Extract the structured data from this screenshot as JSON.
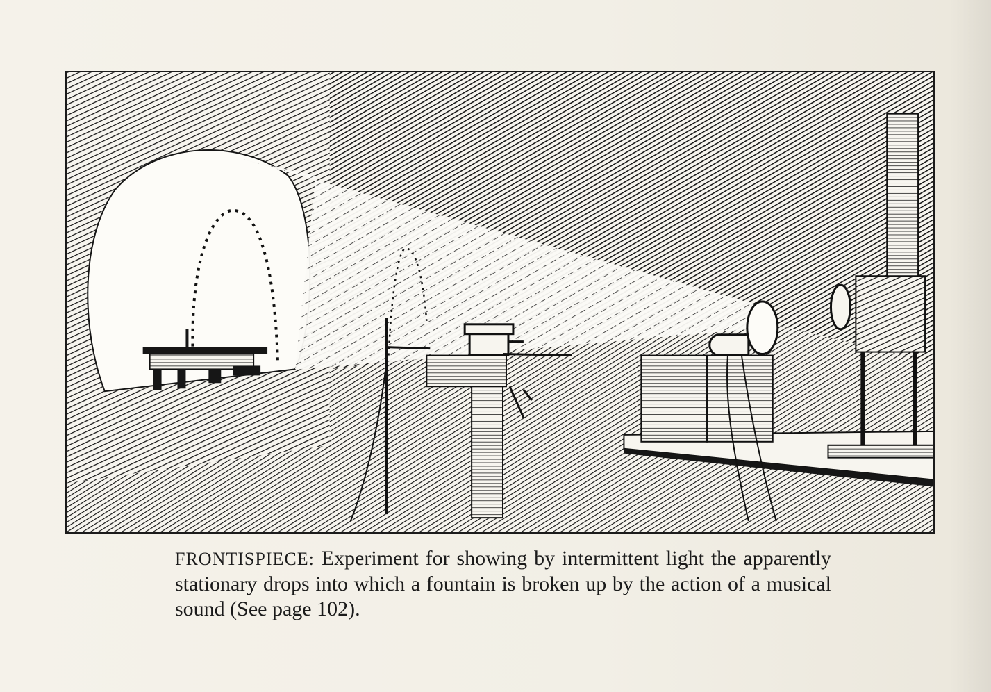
{
  "caption": {
    "label": "FRONTISPIECE:",
    "text": "Experiment for showing by intermittent light the apparently stationary drops into which a fountain is broken up by the action of a musical sound (See page 102)."
  },
  "illustration": {
    "subject": "engraving"
  }
}
